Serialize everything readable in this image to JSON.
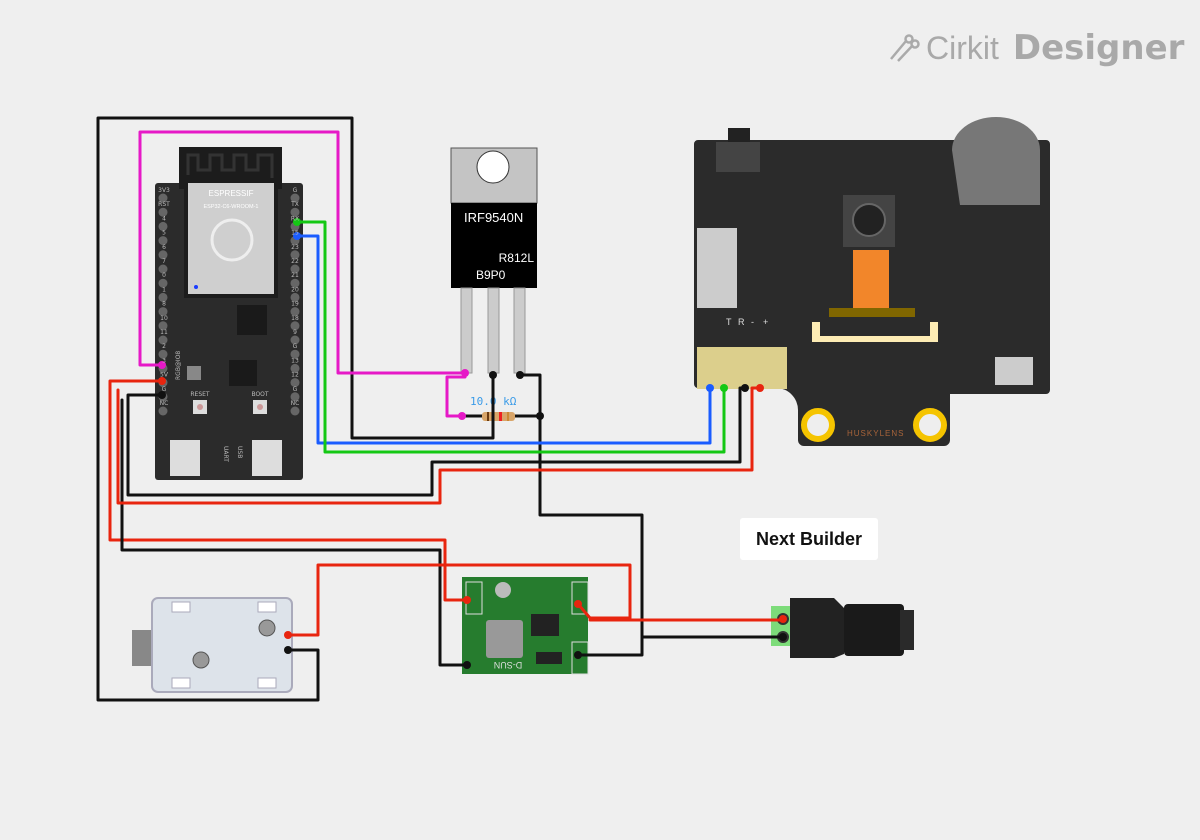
{
  "brand": {
    "name_light": "Cirkit",
    "name_bold": "Designer",
    "icon": "circuit-traces-icon"
  },
  "note": {
    "text": "Next Builder"
  },
  "components": {
    "esp32": {
      "vendor": "ESPRESSIF",
      "module": "ESP32-C6-WROOM-1",
      "left_pins": [
        "3V3",
        "RST",
        "4",
        "5",
        "6",
        "7",
        "0",
        "1",
        "8",
        "10",
        "11",
        "2",
        "3",
        "5V",
        "G",
        "NC"
      ],
      "right_pins": [
        "G",
        "TX",
        "RX",
        "15",
        "23",
        "22",
        "21",
        "20",
        "19",
        "18",
        "9",
        "G",
        "13",
        "12",
        "G",
        "NC"
      ],
      "buttons": [
        "RESET",
        "BOOT"
      ],
      "led_label": "RGB@IO8",
      "usb_labels": [
        "UART",
        "USB"
      ]
    },
    "mosfet": {
      "part": "IRF9540N",
      "line2": "R812L",
      "line3": "B9P0"
    },
    "resistor": {
      "value": "10.0 kΩ"
    },
    "huskylens": {
      "name": "HUSKYLENS",
      "pins": [
        "T",
        "R",
        "-",
        "+"
      ]
    },
    "buck": {
      "name": "D-SUN"
    },
    "dc_jack": {},
    "solenoid_lock": {}
  },
  "wire_colors": {
    "black": "#111111",
    "red": "#e8250f",
    "magenta": "#e619c7",
    "blue": "#1a5cff",
    "green": "#14c814"
  }
}
